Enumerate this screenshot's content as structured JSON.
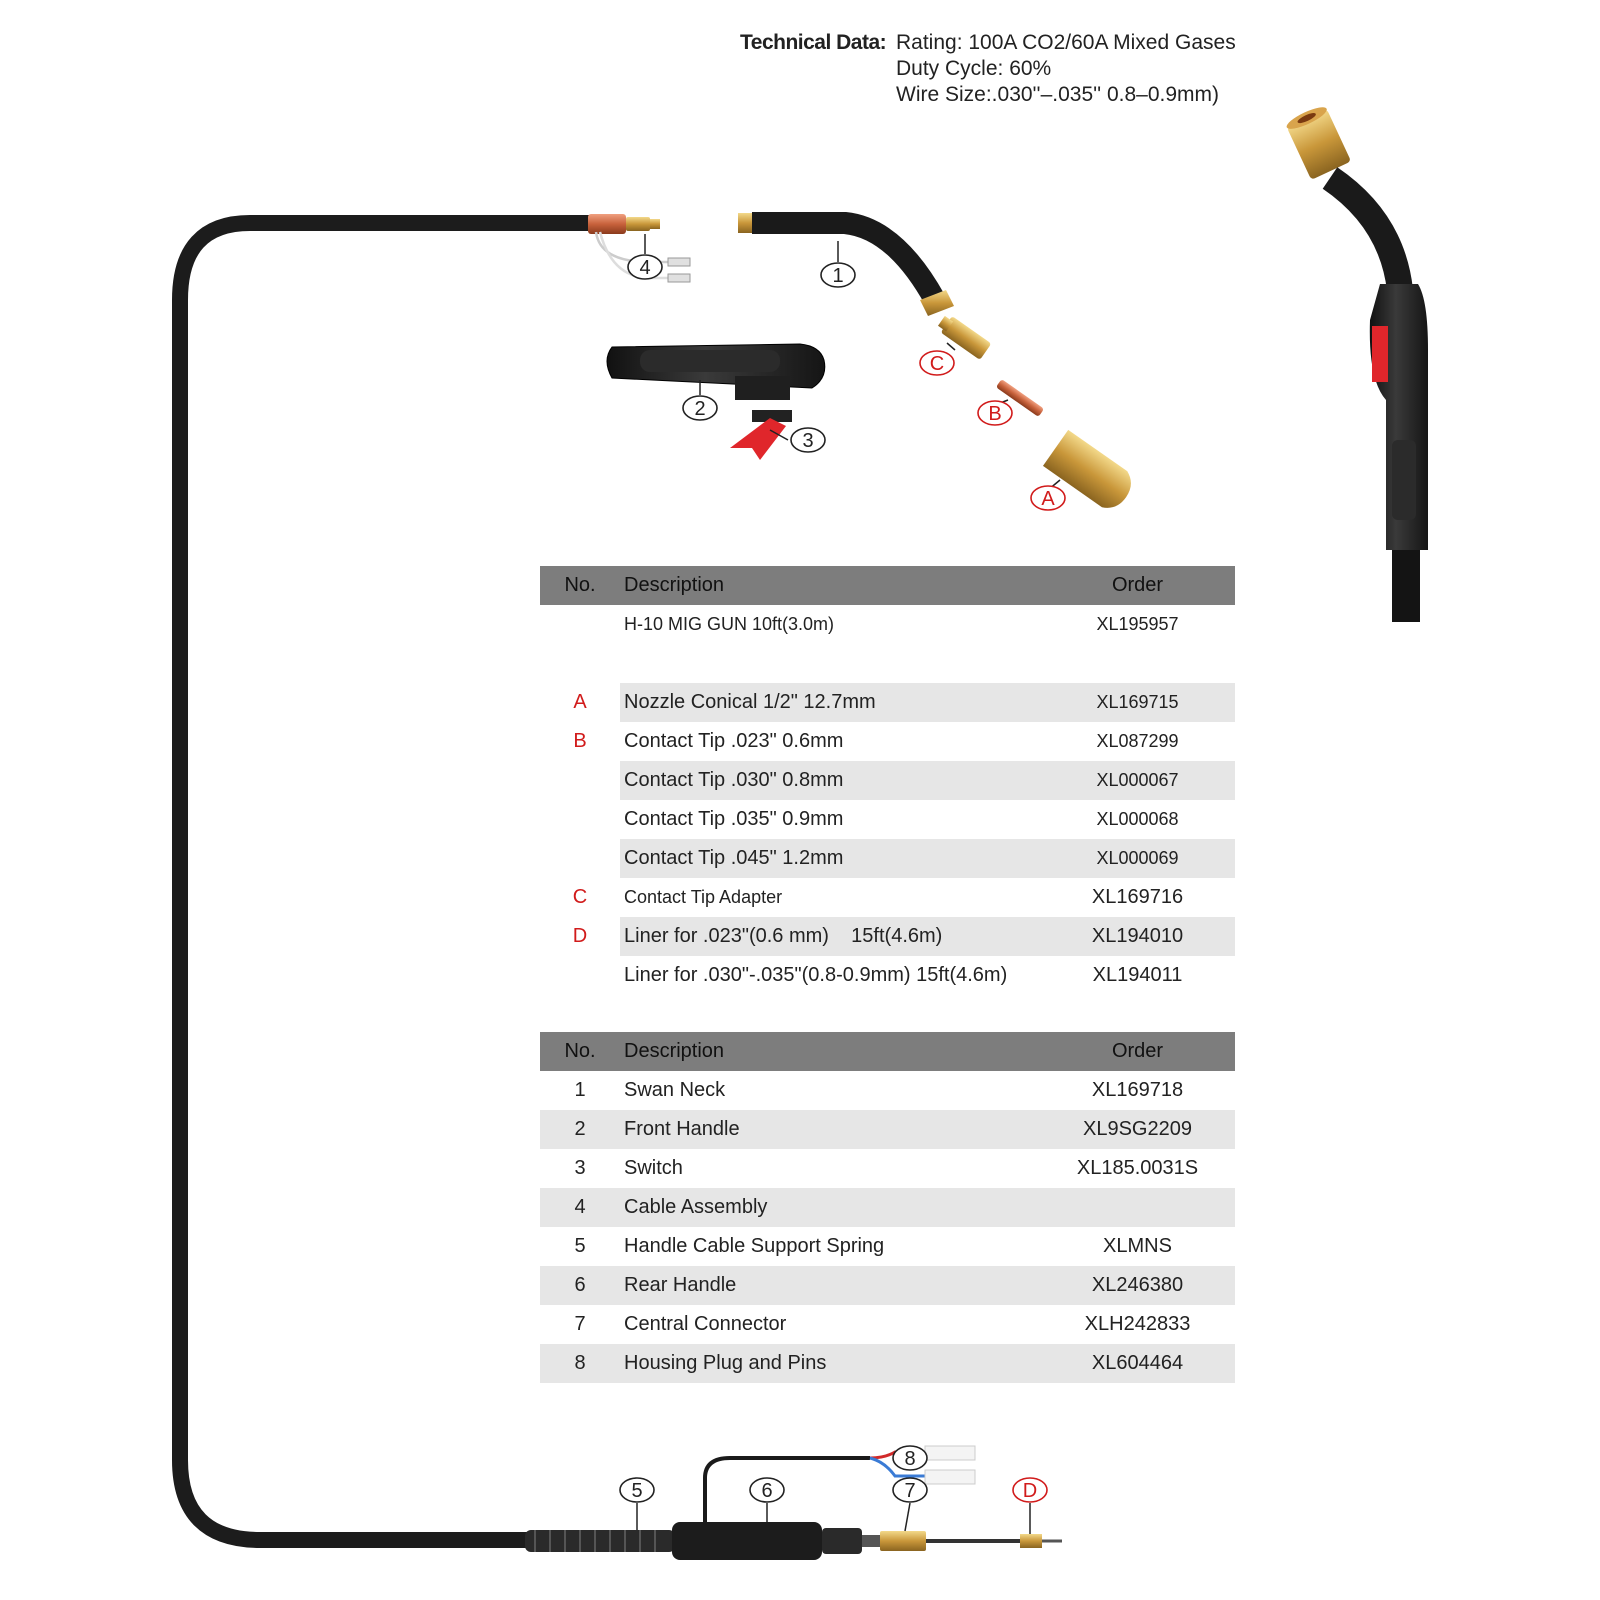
{
  "technical": {
    "label": "Technical Data:",
    "lines": [
      "Rating: 100A CO2/60A Mixed Gases",
      "Duty Cycle: 60%",
      "Wire Size:.030''–.035'' 0.8–0.9mm)"
    ]
  },
  "consumables_table": {
    "headers": {
      "no": "No.",
      "description": "Description",
      "order": "Order"
    },
    "gun": {
      "description": "H-10 MIG GUN 10ft(3.0m)",
      "order": "XL195957"
    },
    "rows": [
      {
        "no": "A",
        "description": "Nozzle Conical 1/2\" 12.7mm",
        "order": "XL169715"
      },
      {
        "no": "B",
        "description": "Contact Tip .023\" 0.6mm",
        "order": "XL087299"
      },
      {
        "no": "",
        "description": "Contact Tip .030\" 0.8mm",
        "order": "XL000067"
      },
      {
        "no": "",
        "description": "Contact Tip .035\" 0.9mm",
        "order": "XL000068"
      },
      {
        "no": "",
        "description": "Contact Tip .045\" 1.2mm",
        "order": "XL000069"
      },
      {
        "no": "C",
        "description": "Contact Tip Adapter",
        "order": "XL169716"
      },
      {
        "no": "D",
        "description": "Liner for .023\"(0.6 mm)    15ft(4.6m)",
        "order": "XL194010"
      },
      {
        "no": "",
        "description": "Liner for .030\"-.035\"(0.8-0.9mm) 15ft(4.6m)",
        "order": "XL194011"
      }
    ]
  },
  "parts_table": {
    "headers": {
      "no": "No.",
      "description": "Description",
      "order": "Order"
    },
    "rows": [
      {
        "no": "1",
        "description": "Swan Neck",
        "order": "XL169718"
      },
      {
        "no": "2",
        "description": "Front Handle",
        "order": "XL9SG2209"
      },
      {
        "no": "3",
        "description": "Switch",
        "order": "XL185.0031S"
      },
      {
        "no": "4",
        "description": "Cable Assembly",
        "order": ""
      },
      {
        "no": "5",
        "description": "Handle Cable Support Spring",
        "order": "XLMNS"
      },
      {
        "no": "6",
        "description": "Rear Handle",
        "order": "XL246380"
      },
      {
        "no": "7",
        "description": "Central Connector",
        "order": "XLH242833"
      },
      {
        "no": "8",
        "description": "Housing Plug and Pins",
        "order": "XL604464"
      }
    ]
  },
  "callouts": {
    "c1": "1",
    "c2": "2",
    "c3": "3",
    "c4": "4",
    "c5": "5",
    "c6": "6",
    "c7": "7",
    "c8": "8",
    "cA": "A",
    "cB": "B",
    "cC": "C",
    "cD": "D"
  },
  "colors": {
    "header_bg": "#7d7d7d",
    "row_shade": "#e6e6e6",
    "letter_red": "#d11b1b",
    "brass": "#c9a24a",
    "cable": "#1c1c1c",
    "trigger_red": "#e0262b"
  }
}
